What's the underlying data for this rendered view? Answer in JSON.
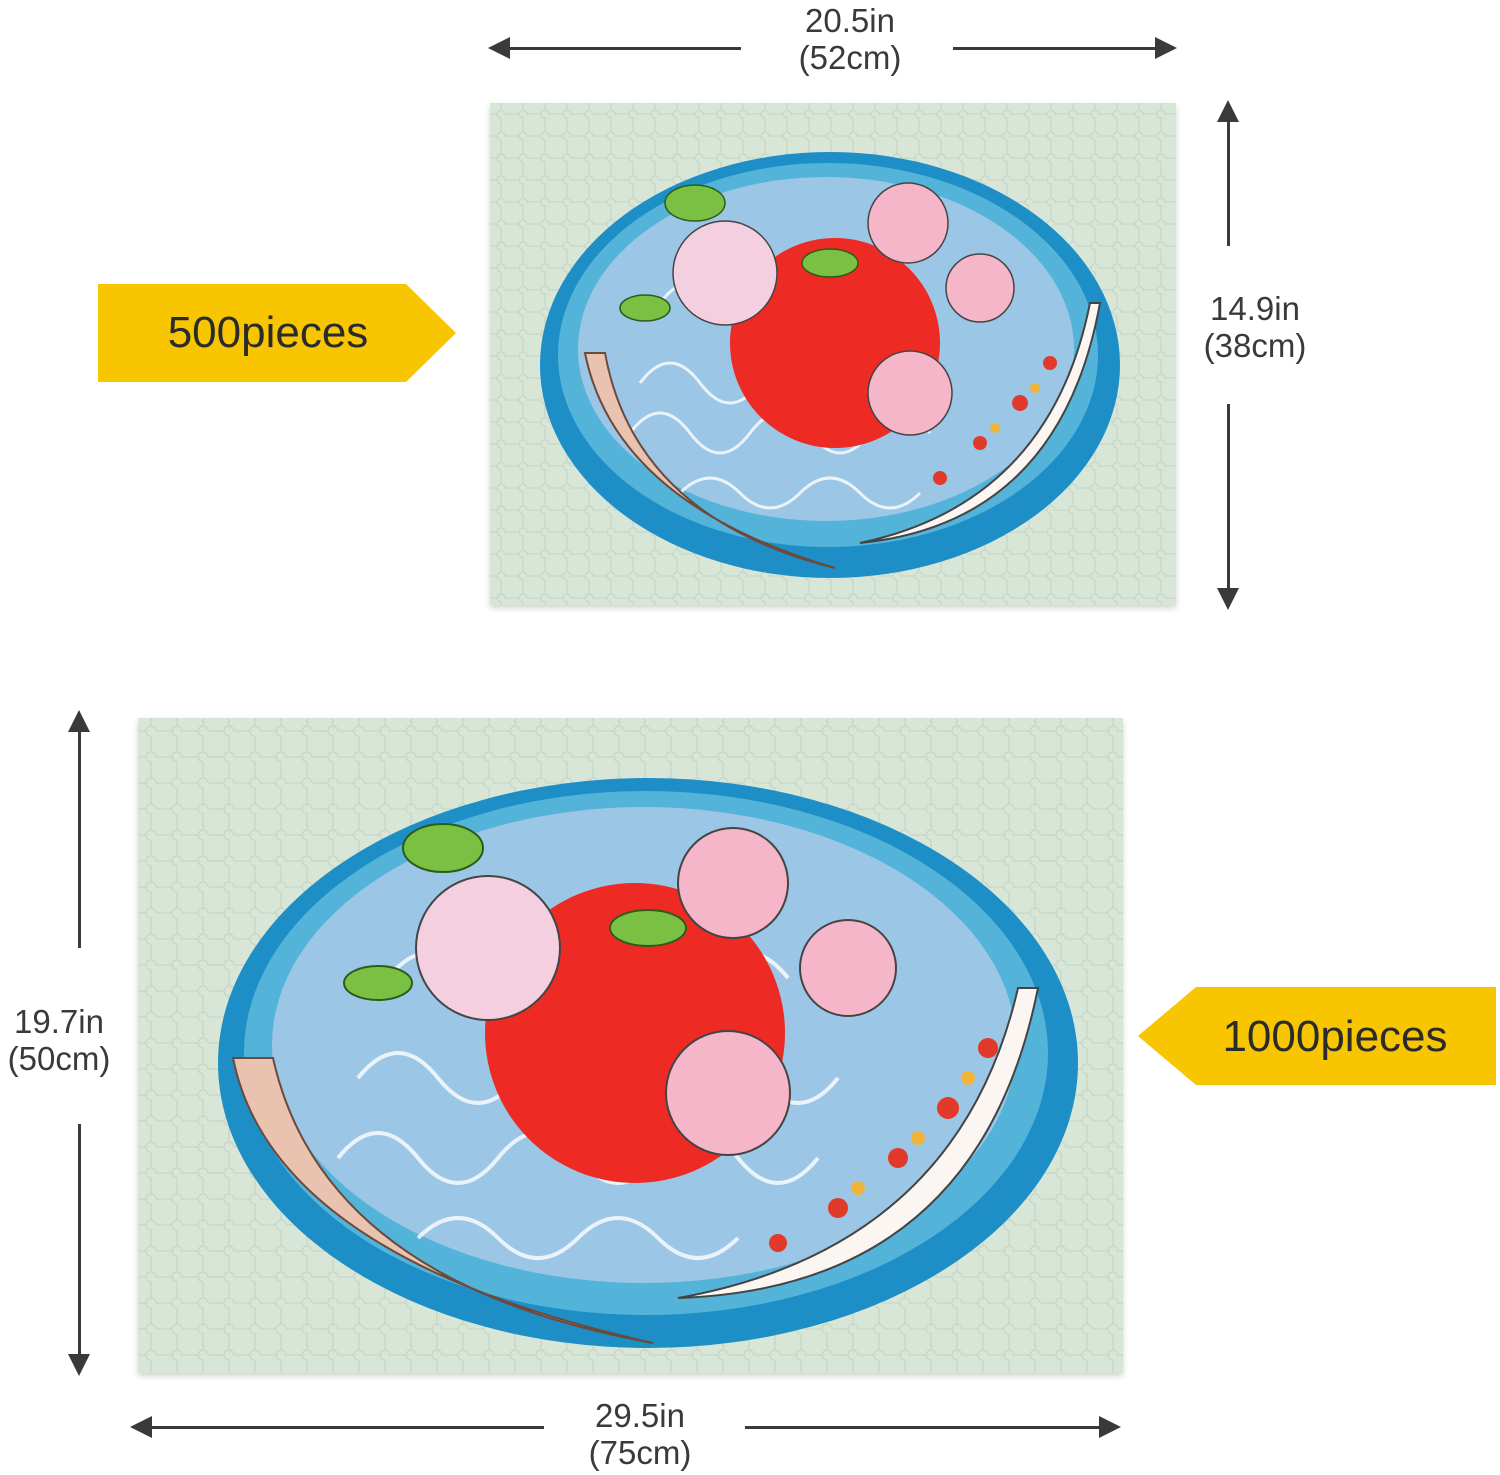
{
  "small_puzzle": {
    "width_label": "20.5in",
    "width_label_cm": "(52cm)",
    "height_label": "14.9in",
    "height_label_cm": "(38cm)",
    "pieces_label": "500pieces"
  },
  "large_puzzle": {
    "width_label": "29.5in",
    "width_label_cm": "(75cm)",
    "height_label": "19.7in",
    "height_label_cm": "(50cm)",
    "pieces_label": "1000pieces"
  },
  "colors": {
    "tag": "#f7c600",
    "puzzle_background": "#d8e6d8",
    "sun": "#ee2a24",
    "water_dark": "#1d8fc6",
    "water_light": "#9cc6e6",
    "dimension_lines": "#3a3a3a"
  }
}
